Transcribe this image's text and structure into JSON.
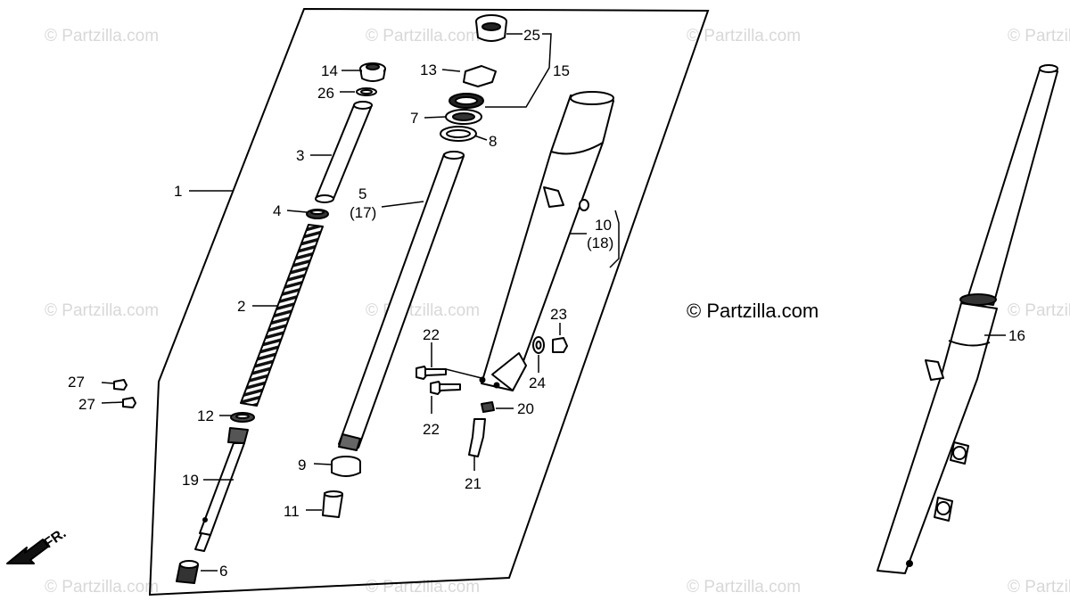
{
  "watermark_text": "© Partzilla.com",
  "copyright": "© Partzilla.com",
  "direction_label": "FR.",
  "callouts": {
    "c1": "1",
    "c2": "2",
    "c3": "3",
    "c4": "4",
    "c5": "5",
    "c5b": "(17)",
    "c6": "6",
    "c7": "7",
    "c8": "8",
    "c9": "9",
    "c10": "10",
    "c10b": "(18)",
    "c11": "11",
    "c12": "12",
    "c13": "13",
    "c14": "14",
    "c15": "15",
    "c16": "16",
    "c19": "19",
    "c20": "20",
    "c21": "21",
    "c22a": "22",
    "c22b": "22",
    "c23": "23",
    "c24": "24",
    "c25": "25",
    "c26": "26",
    "c27a": "27",
    "c27b": "27"
  }
}
